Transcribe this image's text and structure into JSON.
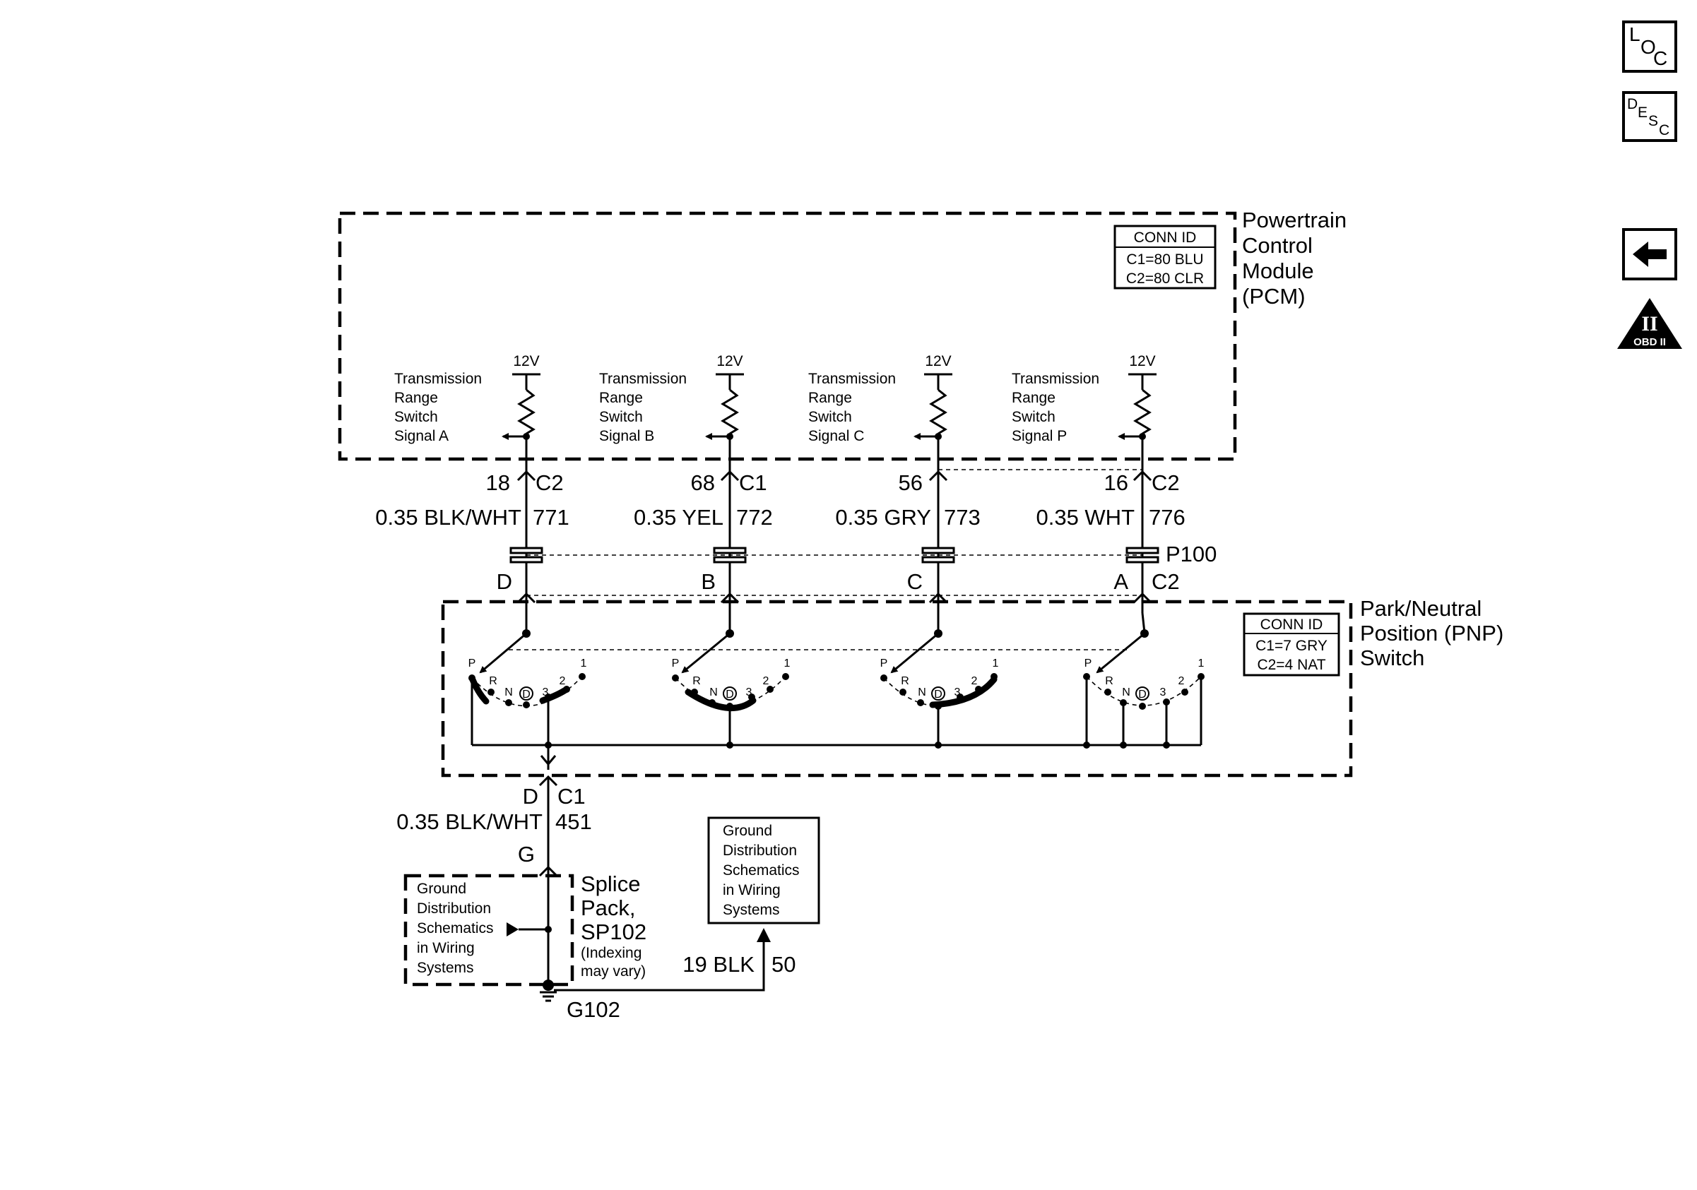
{
  "side_buttons": {
    "loc": [
      "L",
      "O",
      "C"
    ],
    "desc": [
      "D",
      "E",
      "S",
      "C"
    ],
    "back_icon": "left-arrow-icon",
    "obd": {
      "symbol": "II",
      "text": "OBD II"
    }
  },
  "pcm": {
    "name": [
      "Powertrain",
      "Control",
      "Module",
      "(PCM)"
    ],
    "conn_id": [
      "CONN ID",
      "C1=80 BLU",
      "C2=80 CLR"
    ]
  },
  "pnp": {
    "name": [
      "Park/Neutral",
      "Position (PNP)",
      "Switch"
    ],
    "conn_id": [
      "CONN ID",
      "C1=7 GRY",
      "C2=4 NAT"
    ]
  },
  "signals": [
    {
      "label": [
        "Transmission",
        "Range",
        "Switch",
        "Signal A"
      ],
      "voltage": "12V",
      "pin": "18",
      "conn": "C2",
      "wire": "0.35 BLK/WHT",
      "circuit": "771",
      "pnp_pin": "D"
    },
    {
      "label": [
        "Transmission",
        "Range",
        "Switch",
        "Signal B"
      ],
      "voltage": "12V",
      "pin": "68",
      "conn": "C1",
      "wire": "0.35 YEL",
      "circuit": "772",
      "pnp_pin": "B"
    },
    {
      "label": [
        "Transmission",
        "Range",
        "Switch",
        "Signal C"
      ],
      "voltage": "12V",
      "pin": "56",
      "conn": "",
      "wire": "0.35 GRY",
      "circuit": "773",
      "pnp_pin": "C"
    },
    {
      "label": [
        "Transmission",
        "Range",
        "Switch",
        "Signal P"
      ],
      "voltage": "12V",
      "pin": "16",
      "conn": "C2",
      "wire": "0.35 WHT",
      "circuit": "776",
      "pnp_pin": "A"
    }
  ],
  "inline_connector": "P100",
  "pnp_connector_c2": "C2",
  "gear_positions": [
    "P",
    "R",
    "N",
    "D",
    "3",
    "2",
    "1"
  ],
  "ground": {
    "pin": "D",
    "conn": "C1",
    "wire": "0.35 BLK/WHT",
    "circuit": "451",
    "splice_pin": "G",
    "splice_label": [
      "Splice",
      "Pack,",
      "SP102"
    ],
    "splice_note": [
      "(Indexing",
      "may vary)"
    ],
    "ref_box_left": [
      "Ground",
      "Distribution",
      "Schematics",
      "in Wiring",
      "Systems"
    ],
    "ref_box_right": [
      "Ground",
      "Distribution",
      "Schematics",
      "in Wiring",
      "Systems"
    ],
    "ground_wire": "19 BLK",
    "ground_circuit": "50",
    "ground_id": "G102"
  }
}
